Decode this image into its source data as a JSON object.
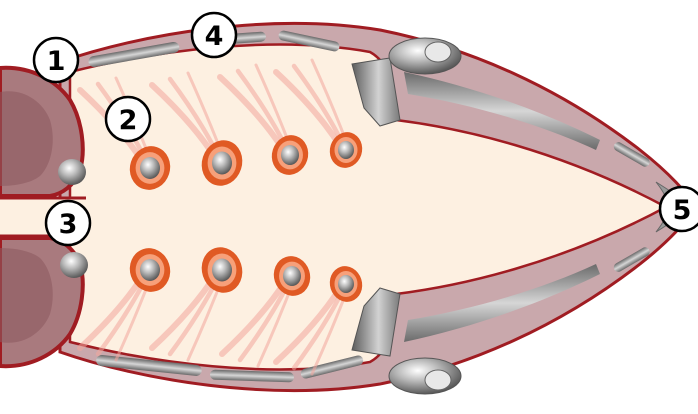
{
  "labels": [
    {
      "id": "1",
      "text": "1"
    },
    {
      "id": "2",
      "text": "2"
    },
    {
      "id": "3",
      "text": "3"
    },
    {
      "id": "4",
      "text": "4"
    },
    {
      "id": "5",
      "text": "5"
    }
  ],
  "colors": {
    "background": "#ffffff",
    "inner_fill": "#fdf0e1",
    "wall_fill": "#c9a8ac",
    "outline": "#a01c22",
    "segment_dark": "#585858",
    "segment_mid": "#9a9a9a",
    "receptor_orange": "#e05a24",
    "receptor_fiber": "#f4b4b0",
    "left_block": "#a97a7e",
    "marker_fill": "#ffffff",
    "marker_stroke": "#000000"
  }
}
